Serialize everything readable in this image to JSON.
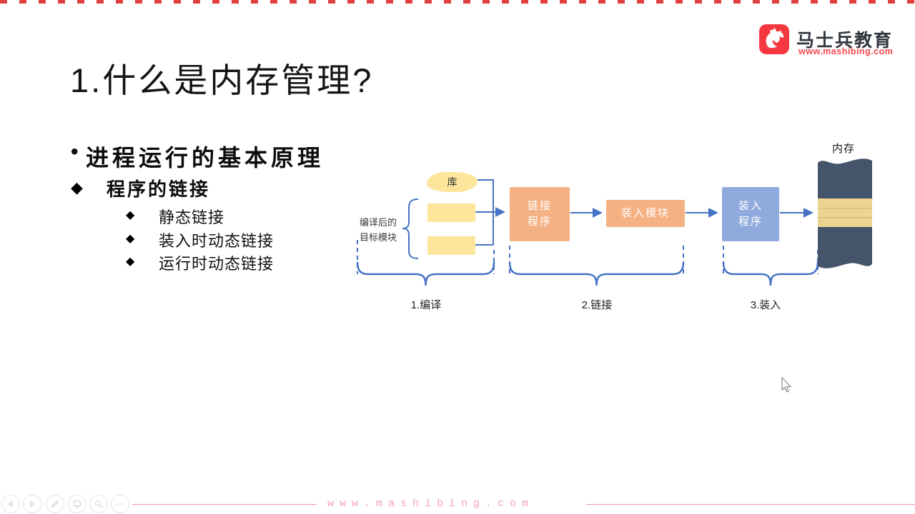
{
  "header": {
    "title": "1.什么是内存管理?"
  },
  "logo": {
    "name": "马士兵教育",
    "url": "www.mashibing.com"
  },
  "bullets": {
    "dot": "•",
    "diamond": "◆"
  },
  "outline": {
    "item1": "进程运行的基本原理",
    "item2": "程序的链接",
    "sub": [
      "静态链接",
      "装入时动态链接",
      "运行时动态链接"
    ]
  },
  "diagram": {
    "library": "库",
    "modules_caption_line1": "编译后的",
    "modules_caption_line2": "目标模块",
    "linker_line1": "链接",
    "linker_line2": "程序",
    "load_module": "装入模块",
    "loader_line1": "装入",
    "loader_line2": "程序",
    "memory": "内存",
    "stage1": "1.编译",
    "stage2": "2.链接",
    "stage3": "3.装入"
  },
  "watermark": {
    "text": "www.mashibing.com"
  },
  "toolbar": {
    "icons": [
      "previous",
      "next",
      "pen",
      "present",
      "zoom",
      "more"
    ]
  },
  "colors": {
    "accent_blue": "#4472C4",
    "box_orange": "#F4B183",
    "module_yellow": "#FDE59B",
    "loader_blue": "#8FAADC",
    "memory_navy": "#44546A",
    "brand_red": "#F5383F",
    "watermark_pink": "#F2A4B6"
  }
}
